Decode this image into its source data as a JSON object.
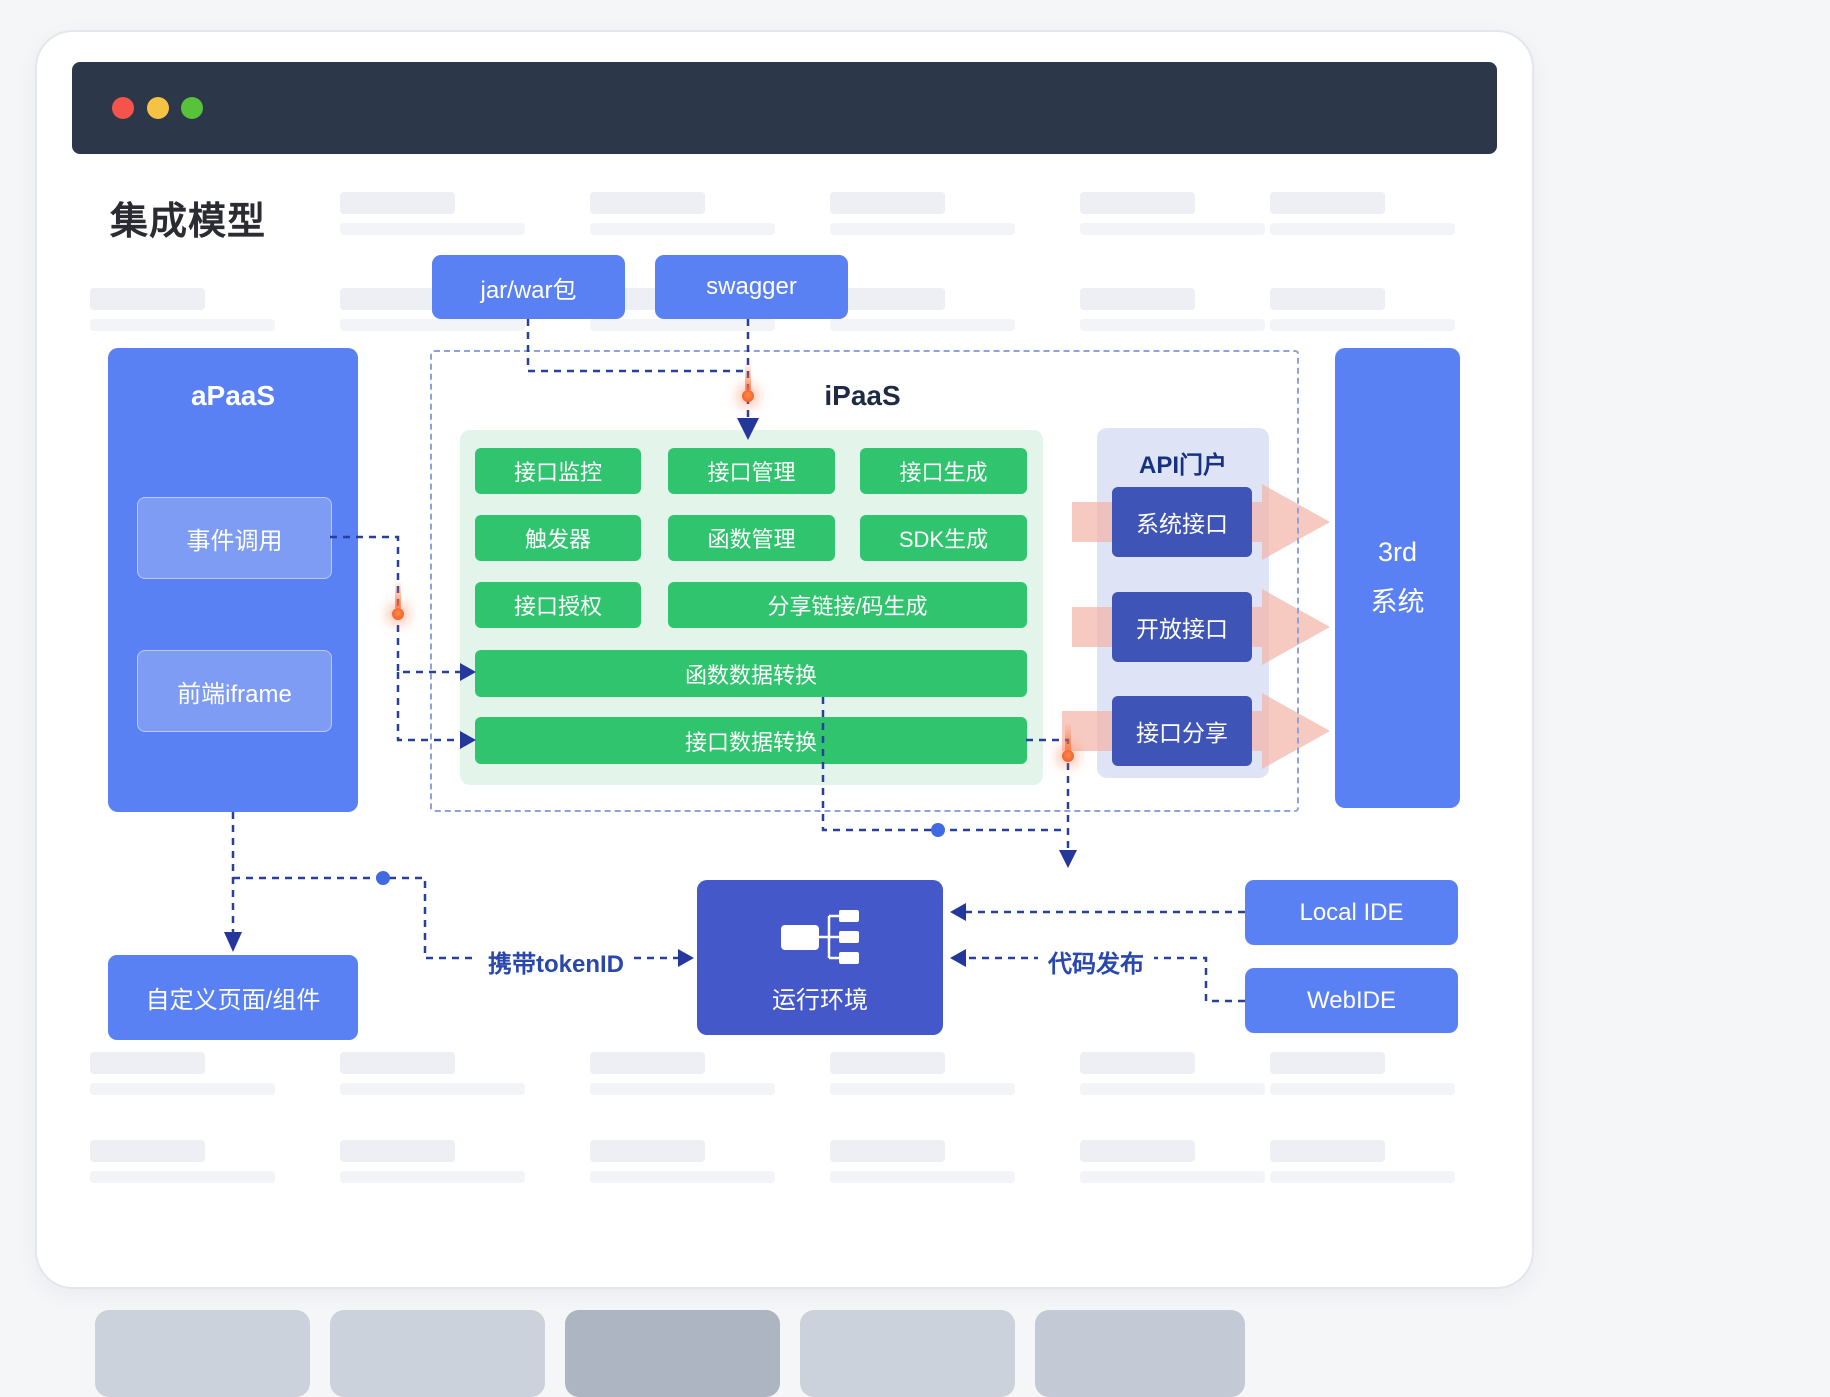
{
  "title": "集成模型",
  "nodes": {
    "jar_war": "jar/war包",
    "swagger": "swagger",
    "apaas_title": "aPaaS",
    "apaas_items": [
      "事件调用",
      "前端iframe"
    ],
    "ipaas_title": "iPaaS",
    "ipaas_features": [
      "接口监控",
      "接口管理",
      "接口生成",
      "触发器",
      "函数管理",
      "SDK生成",
      "接口授权",
      "分享链接/码生成",
      "函数数据转换",
      "接口数据转换"
    ],
    "api_portal_title": "API门户",
    "api_portal_items": [
      "系统接口",
      "开放接口",
      "接口分享"
    ],
    "third_system_line1": "3rd",
    "third_system_line2": "系统",
    "custom_page": "自定义页面/组件",
    "runtime": "运行环境",
    "local_ide": "Local IDE",
    "web_ide": "WebIDE"
  },
  "flow_labels": {
    "carry_token": "携带tokenID",
    "code_publish": "代码发布"
  },
  "colors": {
    "primary_blue": "#5a81f3",
    "inner_blue": "#7f9cf5",
    "dark_blue": "#3e55b7",
    "runtime_blue": "#4458ca",
    "green": "#31c46f",
    "green_panel": "#e3f5ea",
    "api_panel": "#dee4f6",
    "pink_arrow": "#f3b4a6",
    "connector": "#27409a",
    "titlebar": "#2c3849",
    "dot_red": "#f4544c",
    "dot_yellow": "#f6c243",
    "dot_green": "#57c23a"
  }
}
